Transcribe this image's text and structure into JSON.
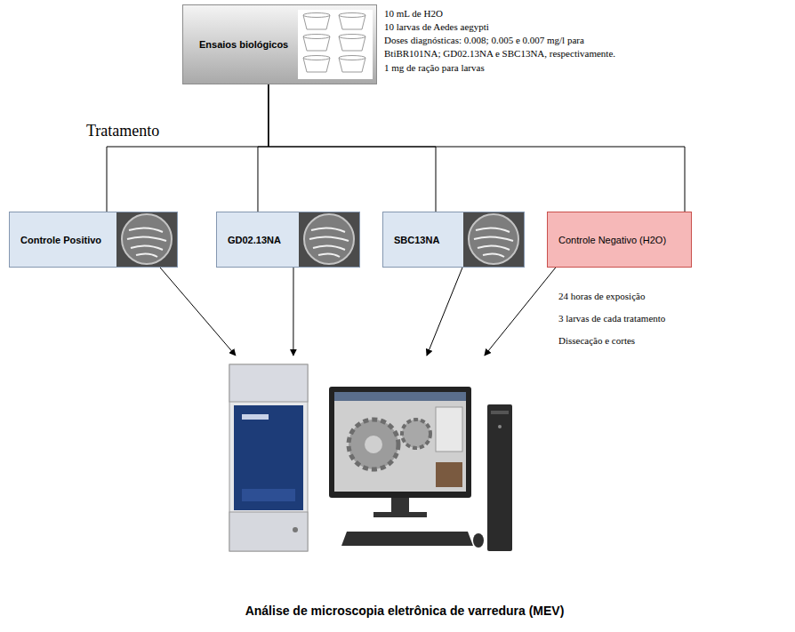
{
  "diagram": {
    "nodes": [
      {
        "text": [
          "Ensaios biológicos"
        ]
      },
      {
        "text": [
          "Controle Positivo"
        ]
      },
      {
        "text": [
          "GD02.13NA"
        ]
      },
      {
        "text": [
          "SBC13NA"
        ]
      },
      {
        "text": [
          "Controle Negativo (H2O)"
        ]
      },
      {
        "text": [
          "Análise de microscopia eletrônica de varredura (MEV)"
        ]
      }
    ],
    "edges": [
      {
        "from": 0,
        "to": 1,
        "arrow": "none"
      },
      {
        "from": 0,
        "to": 2,
        "arrow": "none"
      },
      {
        "from": 0,
        "to": 3,
        "arrow": "none"
      },
      {
        "from": 0,
        "to": 4,
        "arrow": "none"
      },
      {
        "from": 1,
        "to": 5,
        "arrow": "to"
      },
      {
        "from": 2,
        "to": 5,
        "arrow": "to"
      },
      {
        "from": 3,
        "to": 5,
        "arrow": "to"
      },
      {
        "from": 4,
        "to": 5,
        "arrow": "to"
      }
    ],
    "labels": [
      "10 mL de H2O",
      "10 larvas de Aedes aegypti",
      "Doses diagnósticas: 0.008; 0.005 e 0.007 mg/l para BtiBR101NA; GD02.13NA e SBC13NA, respectivamente.",
      "1 mg de ração para larvas",
      "Tratamento",
      "24 horas de exposição",
      "3 larvas de cada tratamento",
      "Dissecação e cortes"
    ]
  }
}
